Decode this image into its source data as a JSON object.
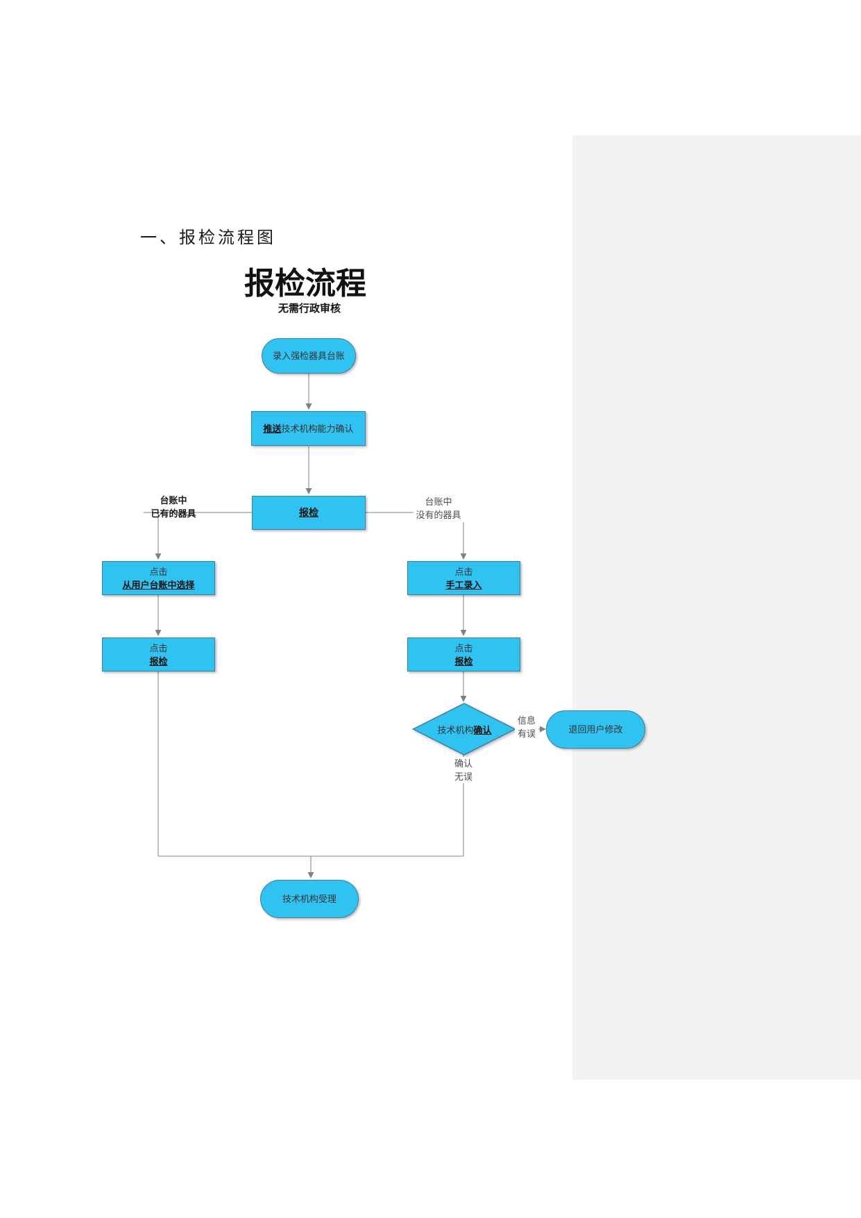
{
  "page": {
    "heading": "一、报检流程图",
    "title": "报检流程",
    "subtitle": "无需行政审核"
  },
  "colors": {
    "shape_fill": "#2fc3f1",
    "shape_border": "#3d7f9e",
    "connector": "#9b9b9b",
    "panel_bg": "#f2f2f2"
  },
  "flowchart": {
    "nodes": {
      "start": {
        "label": "录入强检器具台账"
      },
      "push_confirm": {
        "emph": "推送",
        "rest": "技术机构能力确认"
      },
      "baojian": {
        "label": "报检"
      },
      "select_from_ledger": {
        "line1": "点击",
        "line2": "从用户台账中选择"
      },
      "manual_entry": {
        "line1": "点击",
        "line2": "手工录入"
      },
      "click_baojian_left": {
        "line1": "点击",
        "line2": "报检"
      },
      "click_baojian_right": {
        "line1": "点击",
        "line2": "报检"
      },
      "org_confirm": {
        "pre": "技术机构",
        "emph": "确认"
      },
      "return_modify": {
        "label": "退回用户修改"
      },
      "org_accept": {
        "label": "技术机构受理"
      }
    },
    "labels": {
      "left_branch": {
        "line1": "台账中",
        "line2": "已有的器具"
      },
      "right_branch": {
        "line1": "台账中",
        "line2": "没有的器具"
      },
      "error_info": {
        "line1": "信息",
        "line2": "有误"
      },
      "confirm_ok": {
        "line1": "确认",
        "line2": "无误"
      }
    }
  }
}
